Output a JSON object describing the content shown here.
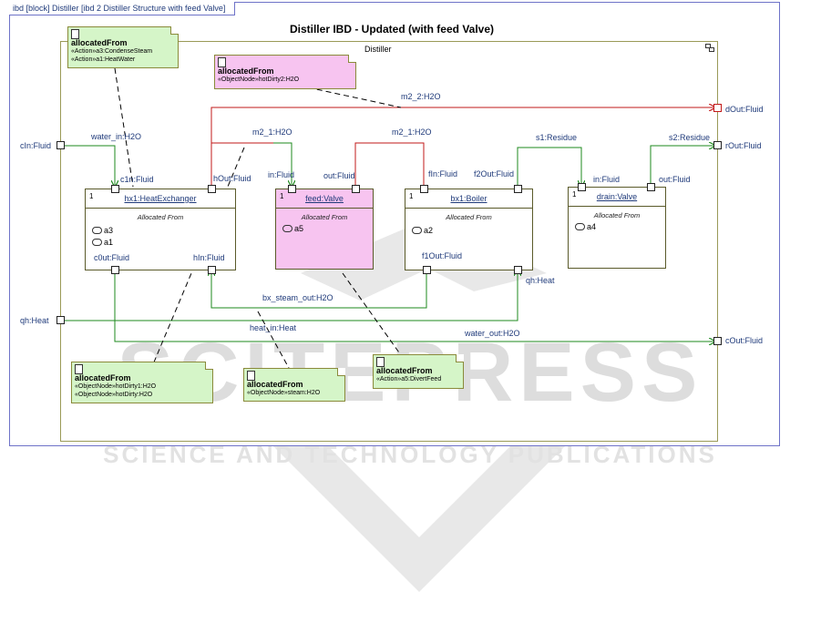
{
  "frame": {
    "tab_label": "ibd [block] Distiller [ibd 2 Distiller Structure with feed Valve]",
    "title": "Distiller IBD - Updated (with feed Valve)",
    "block_name": "Distiller"
  },
  "parts": [
    {
      "id": "hx1",
      "name": "hx1:HeatExchanger",
      "mult": "1",
      "alloc_label": "Allocated From",
      "items": [
        "a3",
        "a1"
      ],
      "color": "#ffffff"
    },
    {
      "id": "feed",
      "name": "feed:Valve",
      "mult": "1",
      "alloc_label": "Allocated From",
      "items": [
        "a5"
      ],
      "color": "#f7c4f0"
    },
    {
      "id": "bx1",
      "name": "bx1:Boiler",
      "mult": "1",
      "alloc_label": "Allocated From",
      "items": [
        "a2"
      ],
      "color": "#ffffff"
    },
    {
      "id": "drain",
      "name": "drain:Valve",
      "mult": "1",
      "alloc_label": "Allocated From",
      "items": [
        "a4"
      ],
      "color": "#ffffff"
    }
  ],
  "port_labels": {
    "cin": "cIn:Fluid",
    "c1in": "c1n:Fluid",
    "hout": "hOut:Fluid",
    "feed_in": "in:Fluid",
    "feed_out": "out:Fluid",
    "fin": "fIn:Fluid",
    "f2out": "f2Out:Fluid",
    "drain_in": "in:Fluid",
    "drain_out": "out:Fluid",
    "c0out": "c0ut:Fluid",
    "hin": "hIn:Fluid",
    "f1out": "f1Out:Fluid",
    "qh_bx1": "qh:Heat",
    "qh_ext": "qh:Heat",
    "dout": "dOut:Fluid",
    "rout": "rOut:Fluid",
    "cout": "cOut:Fluid"
  },
  "flow_labels": {
    "water_in": "water_in:H2O",
    "m2_2": "m2_2:H2O",
    "m2_1_left": "m2_1:H2O",
    "m2_1_right": "m2_1:H2O",
    "s1": "s1:Residue",
    "s2": "s2:Residue",
    "bx_steam_out": "bx_steam_out:H2O",
    "heat_in": "heat_in:Heat",
    "water_out": "water_out:H2O"
  },
  "notes": [
    {
      "id": "n1",
      "title": "allocatedFrom",
      "items": [
        "«Action»a3:CondenseSteam",
        "«Action»a1:HeatWater"
      ],
      "color": "#d5f5c8"
    },
    {
      "id": "n2",
      "title": "allocatedFrom",
      "items": [
        "«ObjectNode»hotDirty2:H2O"
      ],
      "color": "#f7c4f0"
    },
    {
      "id": "n3",
      "title": "allocatedFrom",
      "items": [
        "«ObjectNode»hotDirty1:H2O",
        "«ObjectNode»hotDirty:H2O"
      ],
      "color": "#d5f5c8"
    },
    {
      "id": "n4",
      "title": "allocatedFrom",
      "items": [
        "«ObjectNode»steam:H2O"
      ],
      "color": "#d5f5c8"
    },
    {
      "id": "n5",
      "title": "allocatedFrom",
      "items": [
        "«Action»a5:DivertFeed"
      ],
      "color": "#d5f5c8"
    }
  ],
  "watermark": {
    "main": "SCITEPRESS",
    "sub": "SCIENCE AND TECHNOLOGY PUBLICATIONS"
  },
  "colors": {
    "frame": "#6e72c8",
    "flow_green": "#1d8a1d",
    "flow_red": "#c21818",
    "label_blue": "#1f3a7a",
    "note_green": "#d5f5c8",
    "note_pink": "#f7c4f0"
  }
}
